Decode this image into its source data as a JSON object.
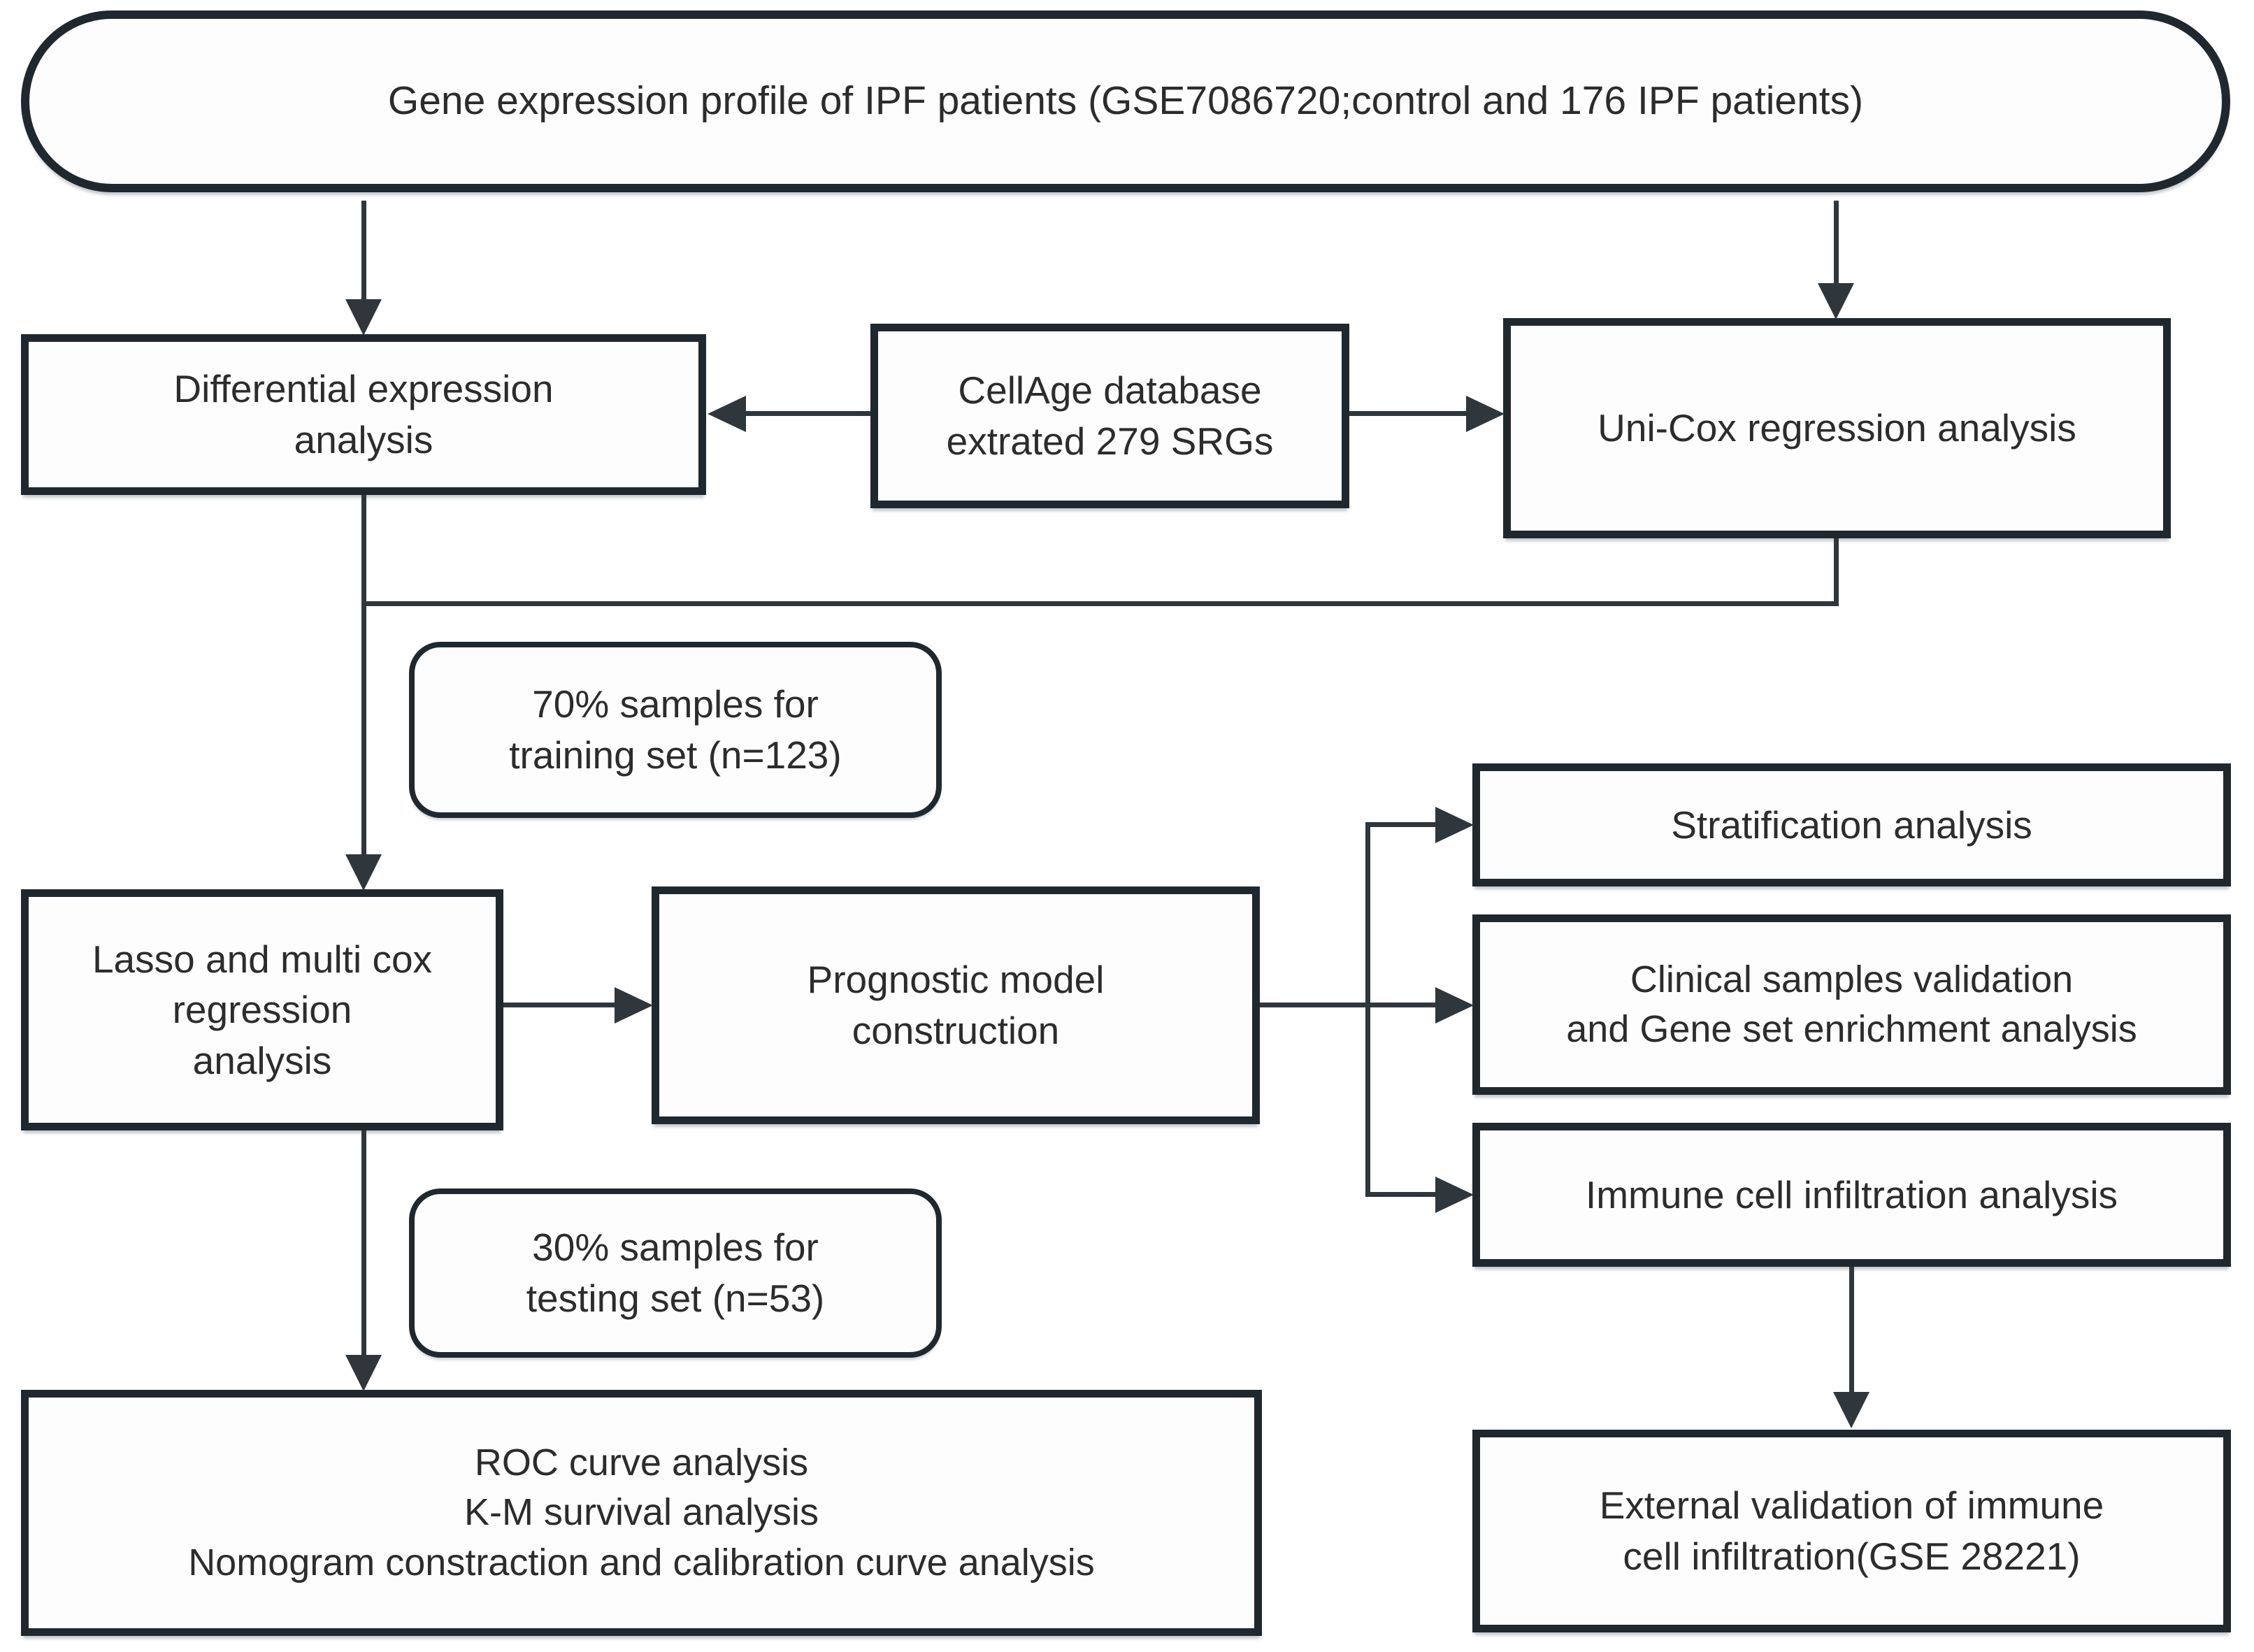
{
  "figure": {
    "type": "flowchart",
    "description": "Study workflow diagram for senescence-related gene prognostic model in IPF patients"
  },
  "colors": {
    "box_border": "#20282f",
    "connector": "#2f363c",
    "text": "#2c2c2c",
    "box_fill": "#fdfdfd",
    "background": "#ffffff"
  },
  "nodes": {
    "source": {
      "shape": "stadium",
      "lines": [
        "Gene expression profile of IPF patients (GSE7086720;control and 176 IPF patients)"
      ]
    },
    "diff": {
      "shape": "rect",
      "lines": [
        "Differential expression",
        "analysis"
      ]
    },
    "cellage": {
      "shape": "rect",
      "lines": [
        "CellAge database",
        "extrated 279 SRGs"
      ]
    },
    "unicox": {
      "shape": "rect",
      "lines": [
        "Uni-Cox regression analysis"
      ]
    },
    "training": {
      "shape": "rounded-label",
      "lines": [
        "70% samples for",
        "training set (n=123)"
      ]
    },
    "lasso": {
      "shape": "rect",
      "lines": [
        "Lasso and multi cox",
        "regression",
        "analysis"
      ]
    },
    "prognostic": {
      "shape": "rect",
      "lines": [
        "Prognostic model",
        "construction"
      ]
    },
    "stratification": {
      "shape": "rect",
      "lines": [
        "Stratification analysis"
      ]
    },
    "clinical": {
      "shape": "rect",
      "lines": [
        "Clinical samples validation",
        "and Gene set enrichment analysis"
      ]
    },
    "immune": {
      "shape": "rect",
      "lines": [
        "Immune cell infiltration analysis"
      ]
    },
    "testing": {
      "shape": "rounded-label",
      "lines": [
        "30% samples for",
        "testing set (n=53)"
      ]
    },
    "roc": {
      "shape": "rect",
      "lines": [
        "ROC curve analysis",
        "K-M survival analysis",
        "Nomogram constraction and calibration curve analysis"
      ]
    },
    "external": {
      "shape": "rect",
      "lines": [
        "External validation of immune",
        "cell infiltration(GSE 28221)"
      ]
    }
  },
  "edges": [
    {
      "from": "source",
      "to": "diff"
    },
    {
      "from": "source",
      "to": "unicox"
    },
    {
      "from": "cellage",
      "to": "diff"
    },
    {
      "from": "cellage",
      "to": "unicox"
    },
    {
      "from": "diff",
      "to": "lasso",
      "label_node": "training"
    },
    {
      "from": "unicox",
      "to": "lasso"
    },
    {
      "from": "lasso",
      "to": "prognostic"
    },
    {
      "from": "lasso",
      "to": "roc",
      "label_node": "testing"
    },
    {
      "from": "prognostic",
      "to": "stratification"
    },
    {
      "from": "prognostic",
      "to": "clinical"
    },
    {
      "from": "prognostic",
      "to": "immune"
    },
    {
      "from": "immune",
      "to": "external"
    }
  ]
}
